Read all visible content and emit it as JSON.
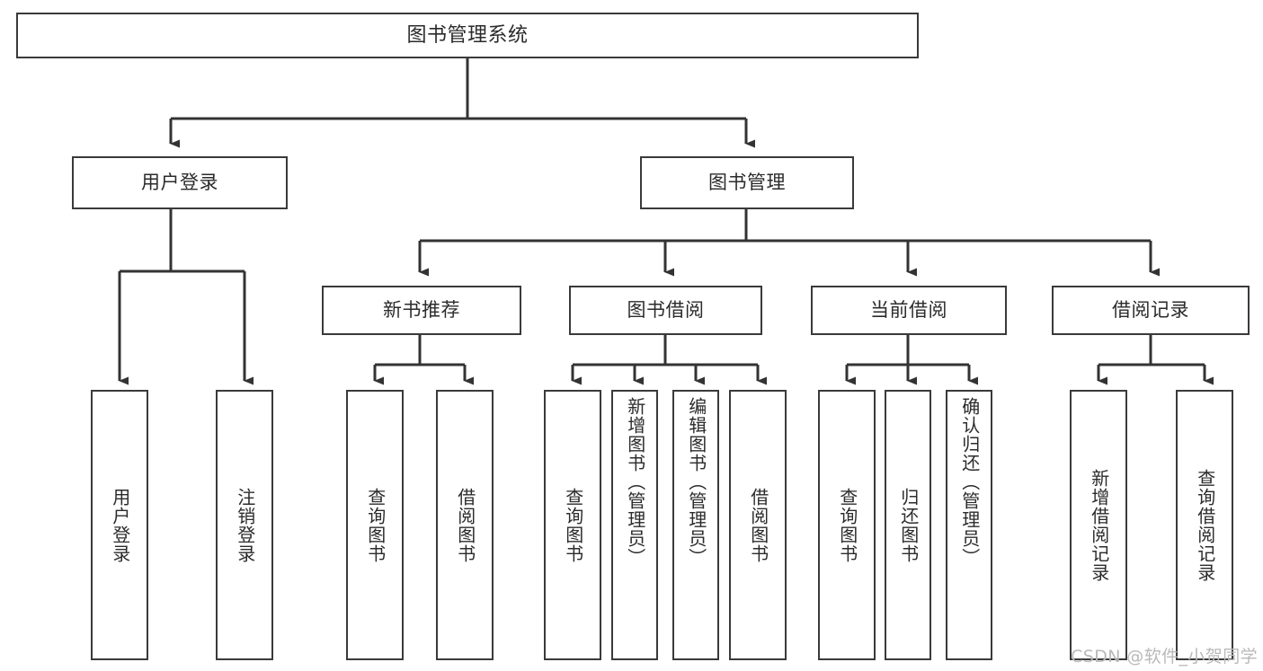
{
  "diagram": {
    "title": "图书管理系统",
    "watermark": "CSDN @软件_小贺同学",
    "colors": {
      "background": "#ffffff",
      "box_stroke": "#3a3a3a",
      "box_fill": "#ffffff",
      "edge_stroke": "#333333",
      "text": "#2b2b2b",
      "watermark": "#b9b9b9"
    },
    "root": {
      "label": "图书管理系统"
    },
    "level1": [
      {
        "label": "用户登录"
      },
      {
        "label": "图书管理"
      }
    ],
    "level2": [
      {
        "label": "新书推荐"
      },
      {
        "label": "图书借阅"
      },
      {
        "label": "当前借阅"
      },
      {
        "label": "借阅记录"
      }
    ],
    "leaves": {
      "user_login": [
        {
          "label": "用户登录"
        },
        {
          "label": "注销登录"
        }
      ],
      "new_book_recommend": [
        {
          "label": "查询图书"
        },
        {
          "label": "借阅图书"
        }
      ],
      "book_borrow": [
        {
          "label": "查询图书"
        },
        {
          "label": "新增图书（管理员）"
        },
        {
          "label": "编辑图书（管理员）"
        },
        {
          "label": "借阅图书"
        }
      ],
      "current_borrow": [
        {
          "label": "查询图书"
        },
        {
          "label": "归还图书"
        },
        {
          "label": "确认归还（管理员）"
        }
      ],
      "borrow_record": [
        {
          "label": "新增借阅记录"
        },
        {
          "label": "查询借阅记录"
        }
      ]
    }
  }
}
